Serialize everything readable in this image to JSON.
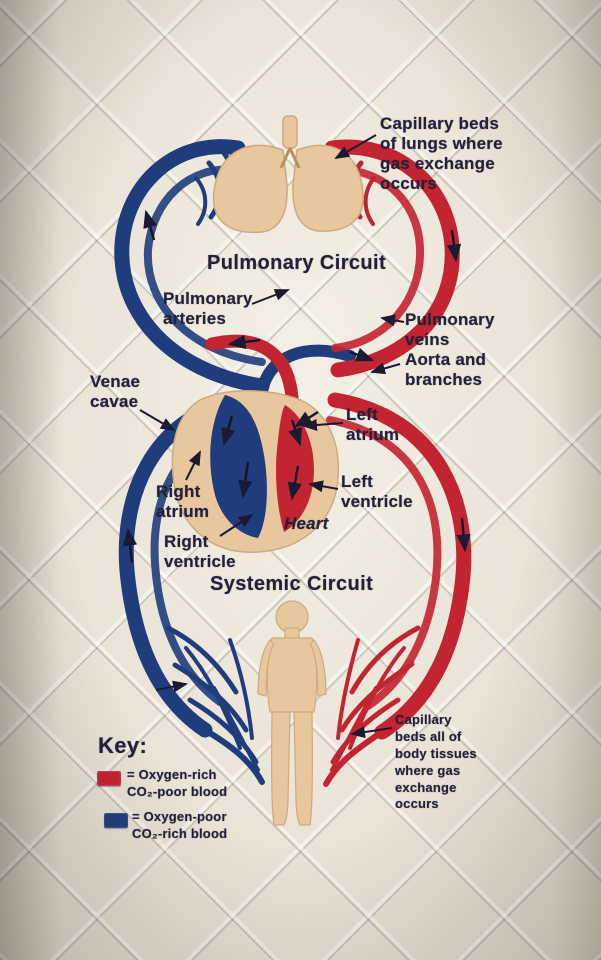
{
  "colors": {
    "oxygen_rich": "#c22431",
    "oxygen_poor": "#1f3d7c",
    "tissue": "#e8c79e",
    "thread_text": "#22203a",
    "fabric": "#ece6da"
  },
  "titles": {
    "pulmonary_circuit": "Pulmonary Circuit",
    "systemic_circuit": "Systemic Circuit",
    "heart": "Heart"
  },
  "annotations": {
    "capillary_lungs": "Capillary beds\nof lungs where\ngas exchange\noccurs",
    "pulmonary_arteries": "Pulmonary\narteries",
    "pulmonary_veins": "Pulmonary\nveins",
    "aorta_branches": "Aorta and\nbranches",
    "venae_cavae": "Venae\ncavae",
    "left_atrium": "Left\natrium",
    "left_ventricle": "Left\nventricle",
    "right_atrium": "Right\natrium",
    "right_ventricle": "Right\nventricle",
    "capillary_body": "Capillary\nbeds all of\nbody tissues\nwhere gas\nexchange\noccurs"
  },
  "key": {
    "title": "Key:",
    "oxygen_rich_label": "= Oxygen-rich\nCO₂-poor blood",
    "oxygen_poor_label": "= Oxygen-poor\nCO₂-rich blood"
  }
}
